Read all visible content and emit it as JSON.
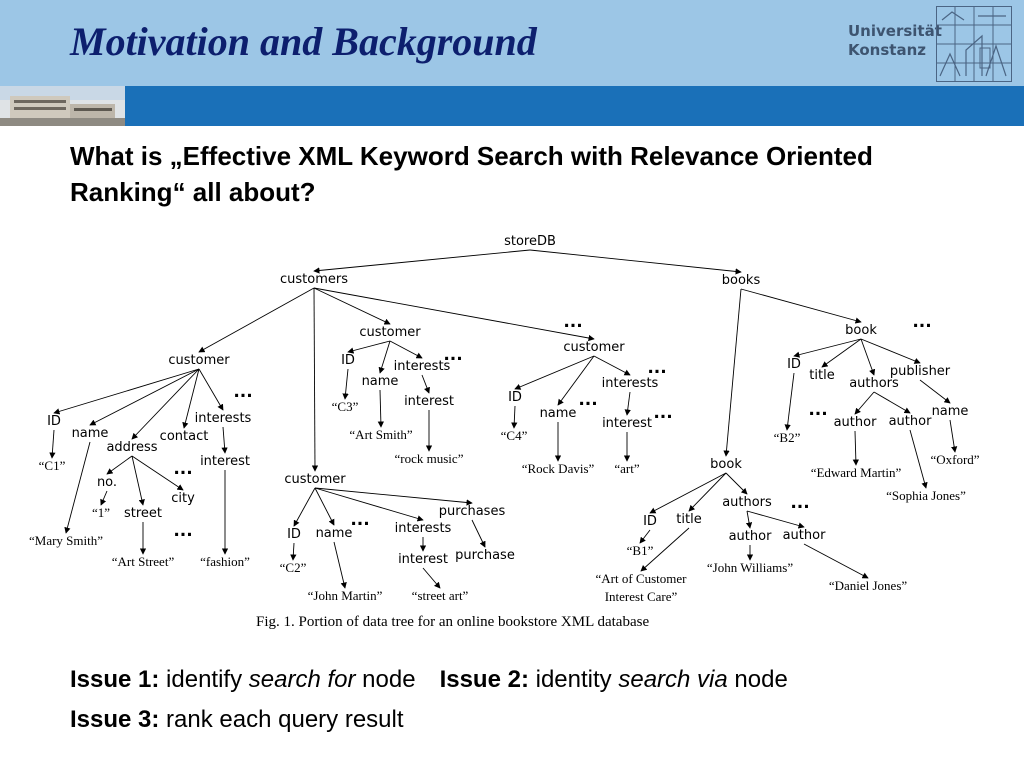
{
  "slide": {
    "title": "Motivation and Background",
    "university": [
      "Universität",
      "Konstanz"
    ],
    "question": "What is „Effective XML Keyword Search with Relevance Oriented Ranking“ all about?"
  },
  "tree": {
    "root": "storeDB",
    "nodes": [
      {
        "id": "storedb",
        "label": "storeDB",
        "kind": "el"
      },
      {
        "id": "customers",
        "label": "customers",
        "kind": "el"
      },
      {
        "id": "books",
        "label": "books",
        "kind": "el"
      },
      {
        "id": "cust1",
        "label": "customer",
        "kind": "el"
      },
      {
        "id": "cust3",
        "label": "customer",
        "kind": "el"
      },
      {
        "id": "cust4",
        "label": "customer",
        "kind": "el"
      },
      {
        "id": "cust2",
        "label": "customer",
        "kind": "el"
      },
      {
        "id": "c1id",
        "label": "ID",
        "kind": "el"
      },
      {
        "id": "c1name",
        "label": "name",
        "kind": "el"
      },
      {
        "id": "c1addr",
        "label": "address",
        "kind": "el"
      },
      {
        "id": "c1contact",
        "label": "contact",
        "kind": "el"
      },
      {
        "id": "c1interests",
        "label": "interests",
        "kind": "el"
      },
      {
        "id": "c1idv",
        "label": "“C1”",
        "kind": "val"
      },
      {
        "id": "c1namev",
        "label": "“Mary Smith”",
        "kind": "val"
      },
      {
        "id": "c1no",
        "label": "no.",
        "kind": "el"
      },
      {
        "id": "c1street",
        "label": "street",
        "kind": "el"
      },
      {
        "id": "c1city",
        "label": "city",
        "kind": "el"
      },
      {
        "id": "c1nov",
        "label": "“1”",
        "kind": "val"
      },
      {
        "id": "c1streetv",
        "label": "“Art Street”",
        "kind": "val"
      },
      {
        "id": "c1interest",
        "label": "interest",
        "kind": "el"
      },
      {
        "id": "c1interestv",
        "label": "“fashion”",
        "kind": "val"
      },
      {
        "id": "c3id",
        "label": "ID",
        "kind": "el"
      },
      {
        "id": "c3name",
        "label": "name",
        "kind": "el"
      },
      {
        "id": "c3interests",
        "label": "interests",
        "kind": "el"
      },
      {
        "id": "c3idv",
        "label": "“C3”",
        "kind": "val"
      },
      {
        "id": "c3namev",
        "label": "“Art Smith”",
        "kind": "val"
      },
      {
        "id": "c3interest",
        "label": "interest",
        "kind": "el"
      },
      {
        "id": "c3interestv",
        "label": "“rock music”",
        "kind": "val"
      },
      {
        "id": "c4id",
        "label": "ID",
        "kind": "el"
      },
      {
        "id": "c4name",
        "label": "name",
        "kind": "el"
      },
      {
        "id": "c4interests",
        "label": "interests",
        "kind": "el"
      },
      {
        "id": "c4idv",
        "label": "“C4”",
        "kind": "val"
      },
      {
        "id": "c4namev",
        "label": "“Rock Davis”",
        "kind": "val"
      },
      {
        "id": "c4interest",
        "label": "interest",
        "kind": "el"
      },
      {
        "id": "c4interestv",
        "label": "“art”",
        "kind": "val"
      },
      {
        "id": "c2id",
        "label": "ID",
        "kind": "el"
      },
      {
        "id": "c2name",
        "label": "name",
        "kind": "el"
      },
      {
        "id": "c2interests",
        "label": "interests",
        "kind": "el"
      },
      {
        "id": "c2purchases",
        "label": "purchases",
        "kind": "el"
      },
      {
        "id": "c2idv",
        "label": "“C2”",
        "kind": "val"
      },
      {
        "id": "c2namev",
        "label": "“John Martin”",
        "kind": "val"
      },
      {
        "id": "c2interest",
        "label": "interest",
        "kind": "el"
      },
      {
        "id": "c2interestv",
        "label": "“street art”",
        "kind": "val"
      },
      {
        "id": "c2purchase",
        "label": "purchase",
        "kind": "el"
      },
      {
        "id": "book2",
        "label": "book",
        "kind": "el"
      },
      {
        "id": "b2id",
        "label": "ID",
        "kind": "el"
      },
      {
        "id": "b2title",
        "label": "title",
        "kind": "el"
      },
      {
        "id": "b2authors",
        "label": "authors",
        "kind": "el"
      },
      {
        "id": "b2publisher",
        "label": "publisher",
        "kind": "el"
      },
      {
        "id": "b2idv",
        "label": "“B2”",
        "kind": "val"
      },
      {
        "id": "b2author1",
        "label": "author",
        "kind": "el"
      },
      {
        "id": "b2author2",
        "label": "author",
        "kind": "el"
      },
      {
        "id": "b2pubname",
        "label": "name",
        "kind": "el"
      },
      {
        "id": "b2author1v",
        "label": "“Edward Martin”",
        "kind": "val"
      },
      {
        "id": "b2author2v",
        "label": "“Sophia Jones”",
        "kind": "val"
      },
      {
        "id": "b2pubnamev",
        "label": "“Oxford”",
        "kind": "val"
      },
      {
        "id": "book1",
        "label": "book",
        "kind": "el"
      },
      {
        "id": "b1id",
        "label": "ID",
        "kind": "el"
      },
      {
        "id": "b1title",
        "label": "title",
        "kind": "el"
      },
      {
        "id": "b1authors",
        "label": "authors",
        "kind": "el"
      },
      {
        "id": "b1idv",
        "label": "“B1”",
        "kind": "val"
      },
      {
        "id": "b1titlev1",
        "label": "“Art of Customer",
        "kind": "val"
      },
      {
        "id": "b1titlev2",
        "label": "Interest Care”",
        "kind": "val"
      },
      {
        "id": "b1author1",
        "label": "author",
        "kind": "el"
      },
      {
        "id": "b1author2",
        "label": "author",
        "kind": "el"
      },
      {
        "id": "b1author1v",
        "label": "“John Williams”",
        "kind": "val"
      },
      {
        "id": "b1author2v",
        "label": "“Daniel Jones”",
        "kind": "val"
      }
    ],
    "ellipsis": "...",
    "caption": "Fig. 1.    Portion of data tree for an online bookstore XML database"
  },
  "issues": [
    {
      "label": "Issue 1:",
      "pre": " identify ",
      "em": "search for",
      "post": " node"
    },
    {
      "label": "Issue 2:",
      "pre": " identity ",
      "em": "search via",
      "post": " node"
    },
    {
      "label": "Issue 3:",
      "pre": " rank each query result",
      "em": "",
      "post": ""
    }
  ]
}
